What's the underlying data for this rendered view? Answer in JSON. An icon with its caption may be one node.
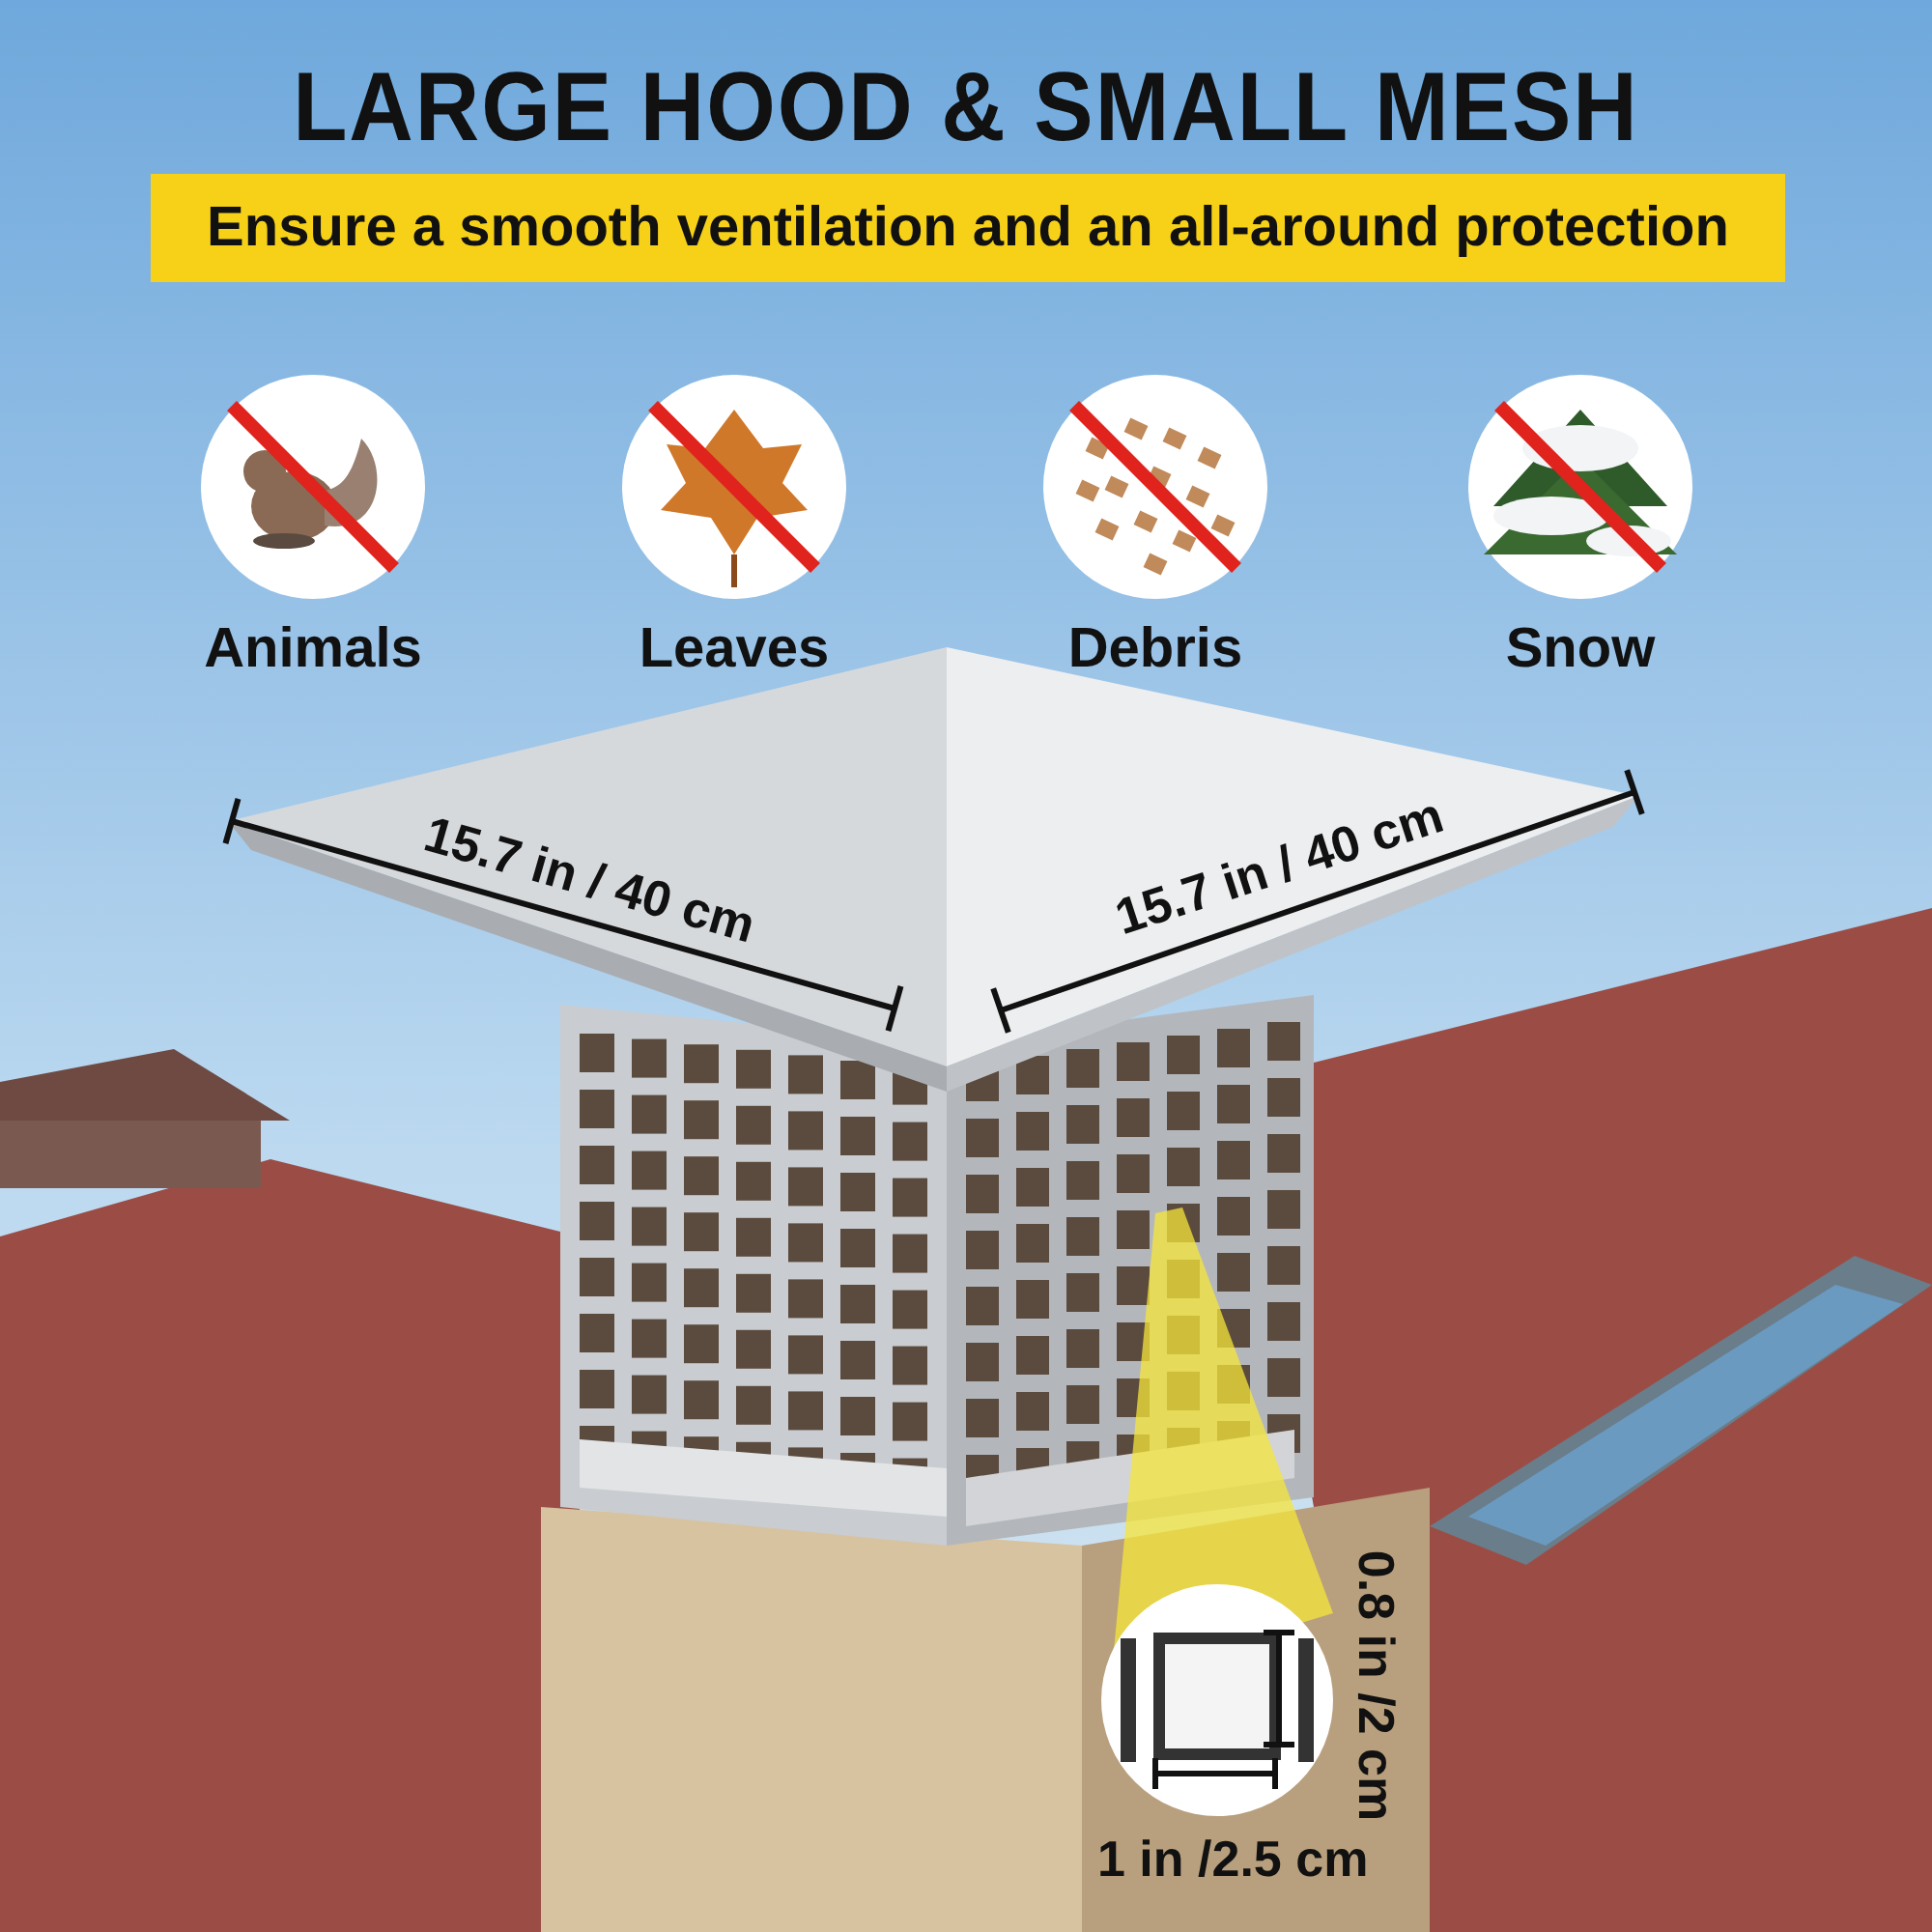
{
  "diagram": {
    "title": "LARGE HOOD & SMALL MESH",
    "nodes": [
      {
        "text": [
          "Animals"
        ]
      },
      {
        "text": [
          "Leaves"
        ]
      },
      {
        "text": [
          "Debris"
        ]
      },
      {
        "text": [
          "Snow"
        ]
      }
    ],
    "edges": [],
    "labels": [
      "Ensure a smooth ventilation and an all-around protection",
      "15.7 in / 40 cm",
      "15.7 in / 40 cm",
      "0.8 in /2 cm",
      "1 in /2.5 cm"
    ]
  }
}
